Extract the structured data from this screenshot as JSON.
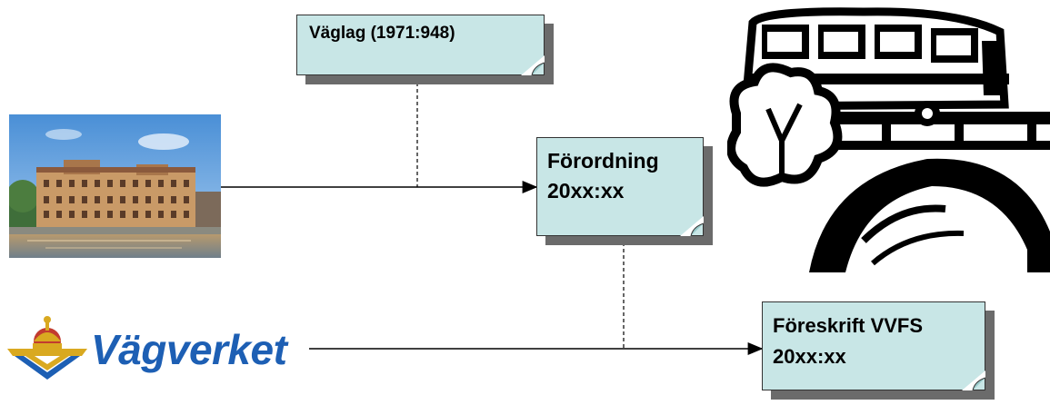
{
  "notes": {
    "law": "Väglag (1971:948)",
    "ordinance": "Förordning\n20xx:xx",
    "regulation": "Föreskrift VVFS\n20xx:xx"
  },
  "logo": {
    "text": "Vägverket",
    "color": "#1d5fb4"
  },
  "colors": {
    "note_fill": "#c8e6e6",
    "note_shadow": "#6b6b6b"
  },
  "icons": [
    "building-photo",
    "crown-logo",
    "bus-clipart"
  ]
}
